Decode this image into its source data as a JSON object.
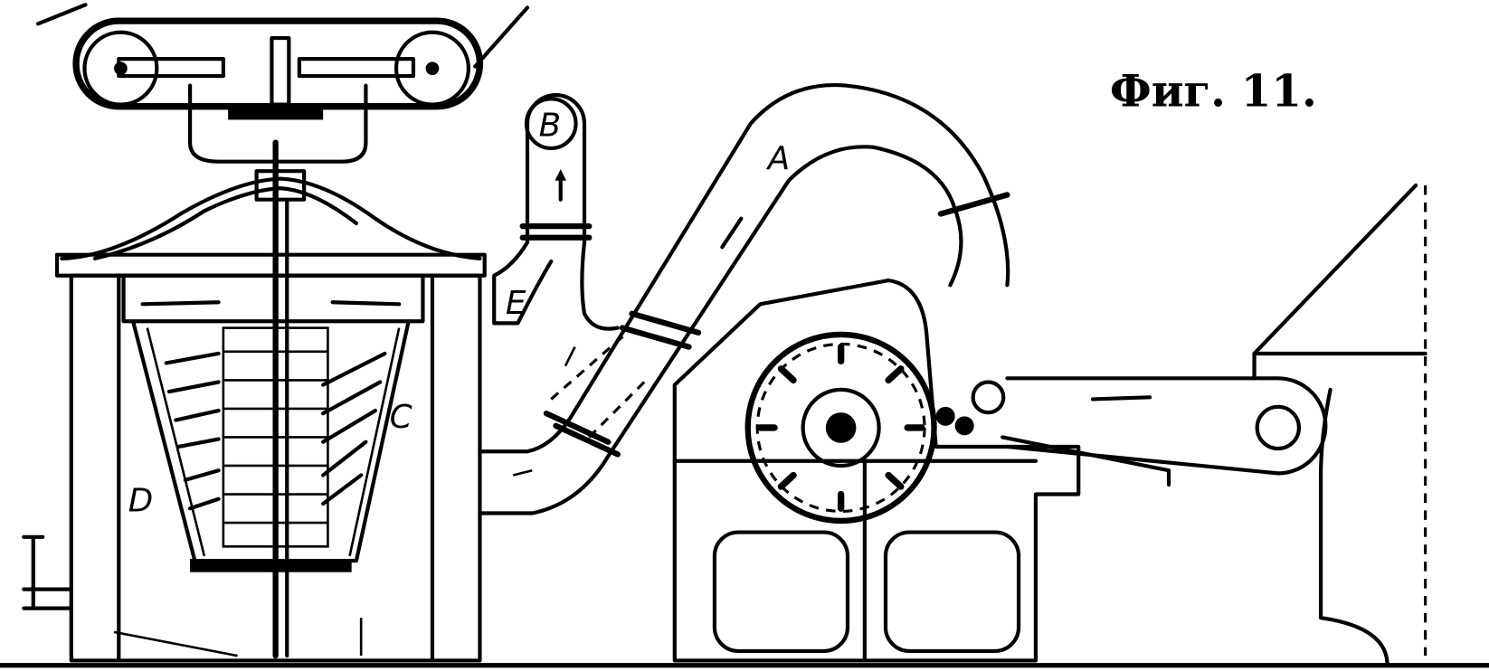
{
  "figure": {
    "title": "Фиг. 11.",
    "labels": {
      "a": "A",
      "b": "B",
      "c": "C",
      "d": "D",
      "e": "E"
    }
  },
  "colors": {
    "ink": "#000000",
    "paper": "#ffffff"
  }
}
